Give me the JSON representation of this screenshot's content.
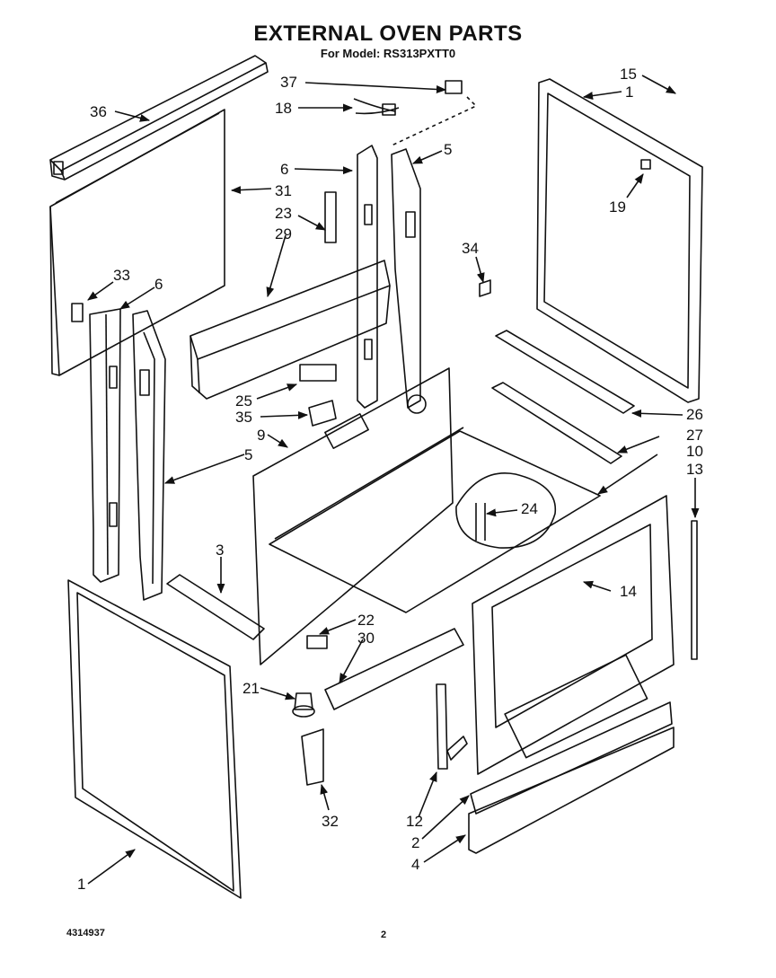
{
  "header": {
    "title": "EXTERNAL OVEN PARTS",
    "subtitle": "For Model: RS313PXTT0"
  },
  "footer": {
    "part_number": "4314937",
    "page_number": "2"
  },
  "callouts": [
    {
      "id": "c36",
      "text": "36"
    },
    {
      "id": "c37",
      "text": "37"
    },
    {
      "id": "c18",
      "text": "18"
    },
    {
      "id": "c15",
      "text": "15"
    },
    {
      "id": "c1a",
      "text": "1"
    },
    {
      "id": "c6a",
      "text": "6"
    },
    {
      "id": "c5a",
      "text": "5"
    },
    {
      "id": "c31",
      "text": "31"
    },
    {
      "id": "c23",
      "text": "23"
    },
    {
      "id": "c29",
      "text": "29"
    },
    {
      "id": "c19",
      "text": "19"
    },
    {
      "id": "c34",
      "text": "34"
    },
    {
      "id": "c33",
      "text": "33"
    },
    {
      "id": "c6b",
      "text": "6"
    },
    {
      "id": "c25",
      "text": "25"
    },
    {
      "id": "c35",
      "text": "35"
    },
    {
      "id": "c9",
      "text": "9"
    },
    {
      "id": "c26",
      "text": "26"
    },
    {
      "id": "c27",
      "text": "27"
    },
    {
      "id": "c10",
      "text": "10"
    },
    {
      "id": "c13",
      "text": "13"
    },
    {
      "id": "c5b",
      "text": "5"
    },
    {
      "id": "c24",
      "text": "24"
    },
    {
      "id": "c3",
      "text": "3"
    },
    {
      "id": "c14",
      "text": "14"
    },
    {
      "id": "c22",
      "text": "22"
    },
    {
      "id": "c30",
      "text": "30"
    },
    {
      "id": "c21",
      "text": "21"
    },
    {
      "id": "c32",
      "text": "32"
    },
    {
      "id": "c12",
      "text": "12"
    },
    {
      "id": "c2",
      "text": "2"
    },
    {
      "id": "c4",
      "text": "4"
    },
    {
      "id": "c1b",
      "text": "1"
    }
  ]
}
